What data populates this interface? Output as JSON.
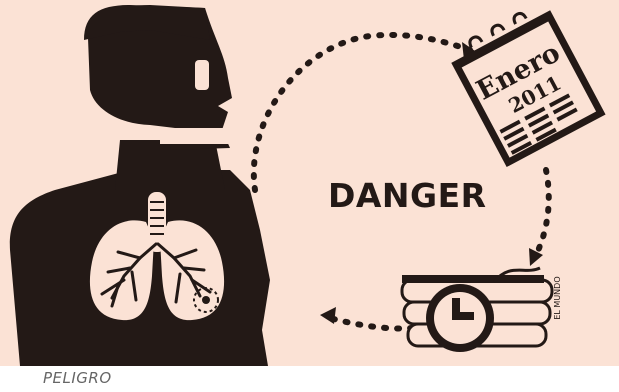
{
  "illustration": {
    "title": "DANGER",
    "calendar_month": "Enero",
    "calendar_year": "2011",
    "credit": "EL MUNDO",
    "background_color": "#fbe2d5",
    "ink_color": "#231916"
  },
  "caption": "PELIGRO"
}
